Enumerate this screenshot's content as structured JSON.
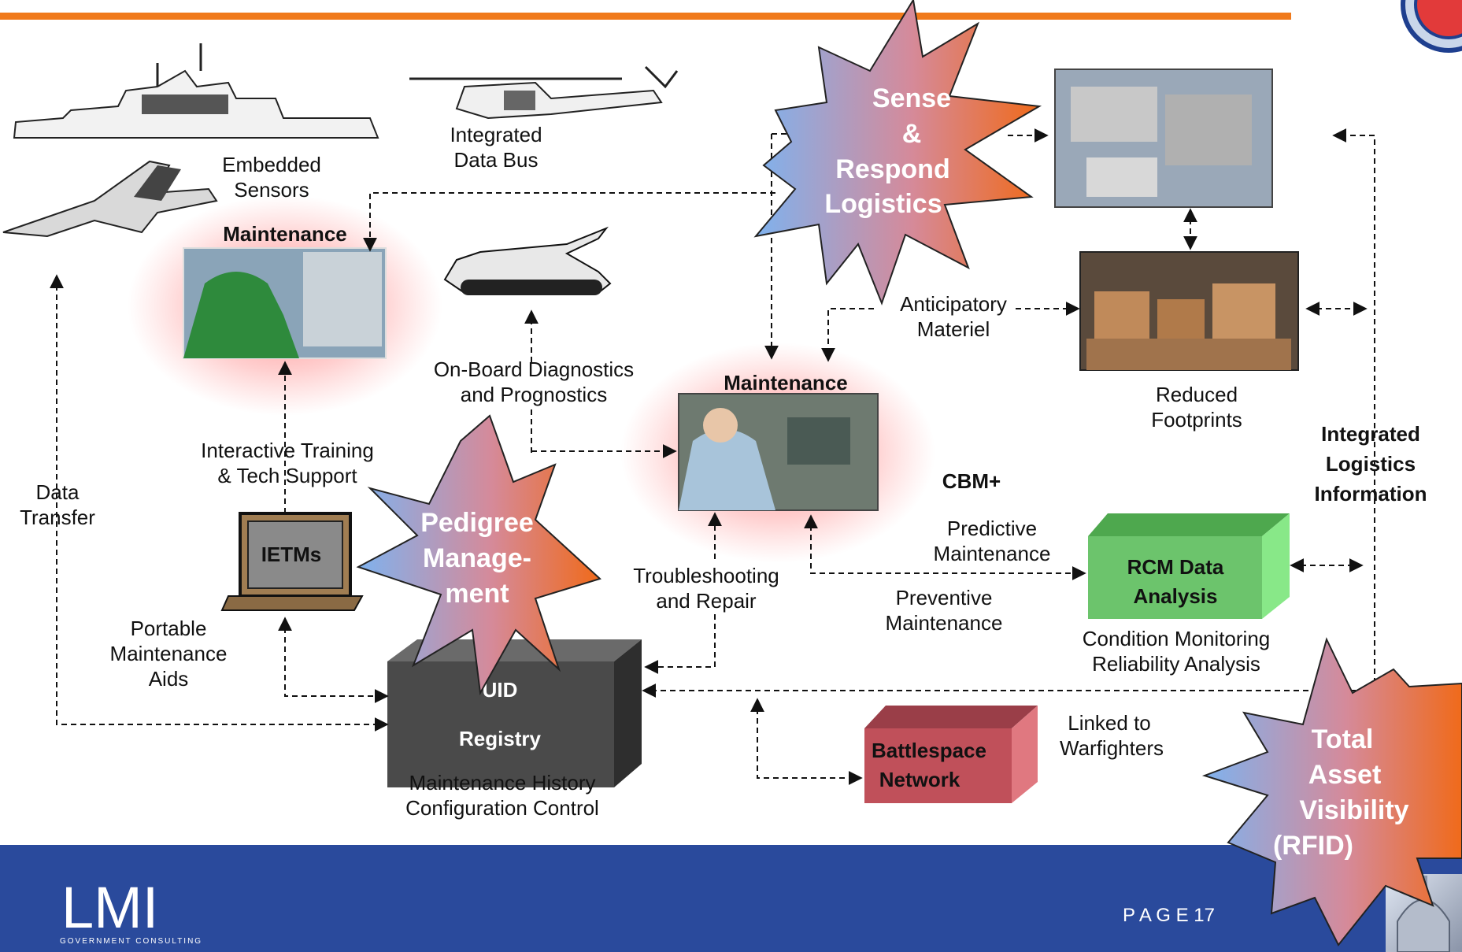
{
  "header": {
    "accent_color": "#f07a1c"
  },
  "footer": {
    "bg_color": "#2a4a9c",
    "page_label": "P A G E 17",
    "logo_text": "LMI",
    "logo_sub": "GOVERNMENT CONSULTING"
  },
  "labels": {
    "embedded_sensors": [
      "Embedded",
      "Sensors"
    ],
    "integrated_data_bus": [
      "Integrated",
      "Data Bus"
    ],
    "maintenance_top": "Maintenance",
    "maintenance_center": "Maintenance",
    "onboard_diag": [
      "On-Board Diagnostics",
      "and Prognostics"
    ],
    "interactive_training": [
      "Interactive Training",
      "& Tech Support"
    ],
    "data_transfer": [
      "Data",
      "Transfer"
    ],
    "ietms": "IETMs",
    "portable_aids": [
      "Portable",
      "Maintenance",
      "Aids"
    ],
    "troubleshooting": [
      "Troubleshooting",
      "and Repair"
    ],
    "anticipatory": [
      "Anticipatory",
      "Materiel"
    ],
    "reduced_footprints": [
      "Reduced",
      "Footprints"
    ],
    "integrated_logistics": [
      "Integrated",
      "Logistics",
      "Information"
    ],
    "cbm": "CBM+",
    "predictive": [
      "Predictive",
      "Maintenance"
    ],
    "preventive": [
      "Preventive",
      "Maintenance"
    ],
    "rcm": [
      "RCM Data",
      "Analysis"
    ],
    "condition_monitoring": [
      "Condition Monitoring",
      "Reliability Analysis"
    ],
    "uid": "UID",
    "registry": "Registry",
    "maintenance_history": [
      "Maintenance History",
      "Configuration Control"
    ],
    "battlespace": [
      "Battlespace",
      "Network"
    ],
    "linked": [
      "Linked to",
      "Warfighters"
    ]
  },
  "stars": {
    "sense_respond": [
      "Sense",
      "&",
      "Respond",
      "Logistics"
    ],
    "pedigree": [
      "Pedigree",
      "Manage-",
      "ment"
    ],
    "total_asset": [
      "Total",
      "Asset",
      "Visibility",
      "(RFID)"
    ]
  },
  "colors": {
    "rcm_box": "#6cc46c",
    "uid_box": "#4a4a4a",
    "battlespace_box": "#c0505a",
    "star_left": "#7fb2ee",
    "star_right": "#f07a20"
  }
}
